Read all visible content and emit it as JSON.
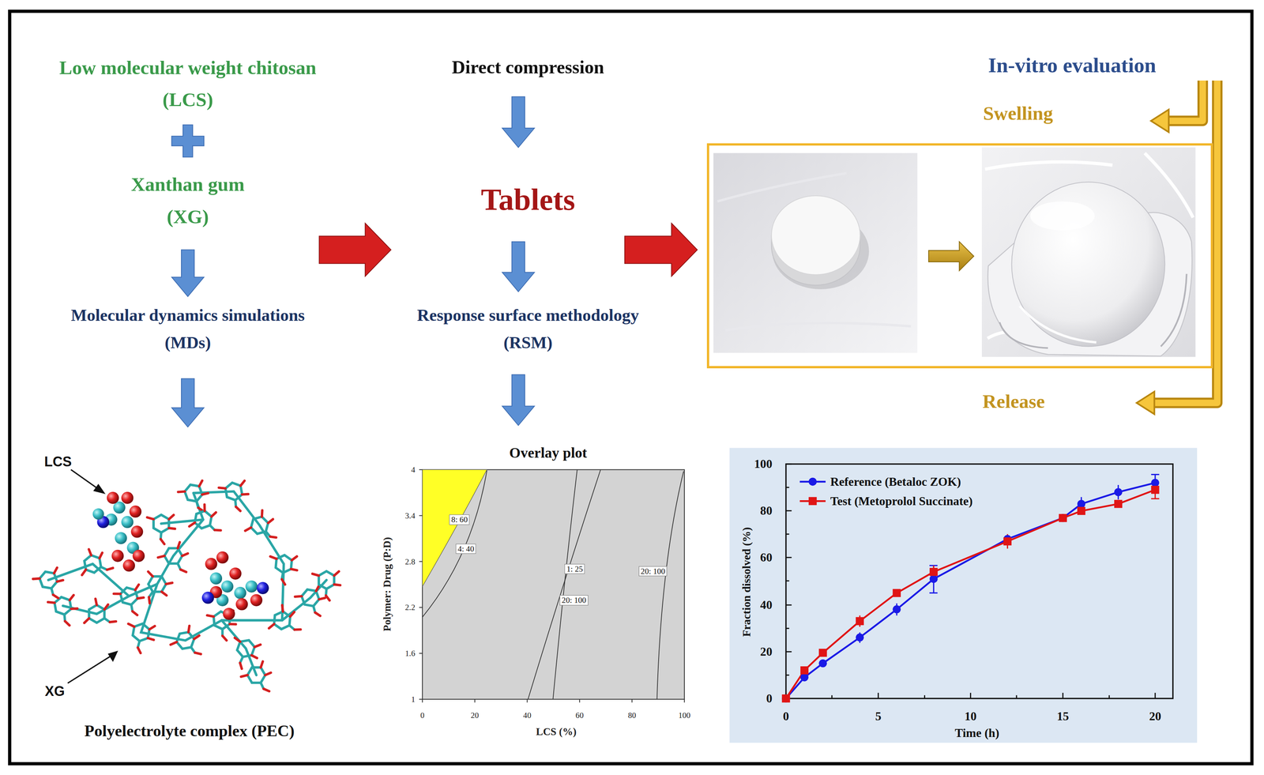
{
  "diagram": {
    "nodes": [
      {
        "text": [
          "Low molecular weight chitosan (LCS)"
        ]
      },
      {
        "text": [
          "Xanthan gum (XG)"
        ]
      },
      {
        "text": [
          "Molecular dynamics simulations (MDs)"
        ]
      },
      {
        "text": [
          "Polyelectrolyte complex (PEC)"
        ]
      },
      {
        "text": [
          "Direct compression"
        ]
      },
      {
        "text": [
          "Tablets"
        ]
      },
      {
        "text": [
          "Response surface methodology (RSM)"
        ]
      },
      {
        "text": [
          "Overlay plot"
        ]
      },
      {
        "text": [
          "In-vitro evaluation"
        ]
      },
      {
        "text": [
          "Swelling"
        ]
      },
      {
        "text": [
          "Release"
        ]
      }
    ],
    "edges": [
      {
        "from": 1,
        "to": 2,
        "arrow": "to"
      },
      {
        "from": 2,
        "to": 3,
        "arrow": "to"
      },
      {
        "from": 4,
        "to": 5,
        "arrow": "to"
      },
      {
        "from": 5,
        "to": 6,
        "arrow": "to"
      },
      {
        "from": 6,
        "to": 7,
        "arrow": "to"
      },
      {
        "from": 1,
        "to": 5,
        "arrow": "to"
      },
      {
        "from": 5,
        "to": 9,
        "arrow": "to"
      },
      {
        "from": 8,
        "to": 9,
        "arrow": "to"
      },
      {
        "from": 8,
        "to": 10,
        "arrow": "to"
      }
    ],
    "labels": [
      "LCS",
      "XG",
      "4",
      "3.4",
      "2.8",
      "2.2",
      "1.6",
      "1",
      "0",
      "20",
      "40",
      "60",
      "80",
      "100",
      "Polymer: Drug (P:D)",
      "LCS (%)",
      "8: 60",
      "4: 40",
      "1: 25",
      "20: 100",
      "20: 100",
      "100",
      "80",
      "60",
      "40",
      "20",
      "0",
      "0",
      "5",
      "10",
      "15",
      "20",
      "Fraction dissolved (%)",
      "Time (h)"
    ],
    "legend": [
      {
        "text": "Reference (Betaloc ZOK)"
      },
      {
        "text": "Test (Metoprolol Succinate)"
      }
    ]
  }
}
